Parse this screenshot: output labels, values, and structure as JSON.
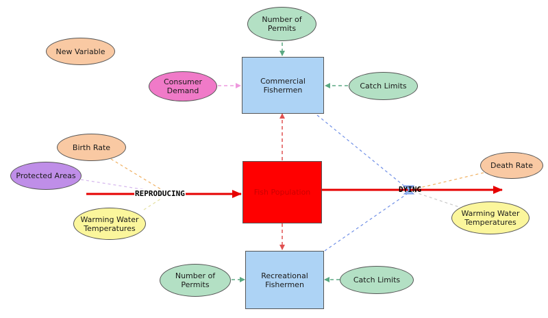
{
  "stocks": {
    "fish_population": "Fish Population",
    "commercial_fishermen": "Commercial\nFishermen",
    "recreational_fishermen": "Recreational\nFishermen"
  },
  "flows": {
    "reproducing": "REPRODUCING",
    "dying": "DYING"
  },
  "variables": {
    "new_variable": "New Variable",
    "permits_top": "Number of\nPermits",
    "consumer_demand": "Consumer\nDemand",
    "catch_limits_top": "Catch Limits",
    "birth_rate": "Birth Rate",
    "protected_areas": "Protected Areas",
    "warming_left": "Warming Water\nTemperatures",
    "death_rate": "Death Rate",
    "warming_right": "Warming Water\nTemperatures",
    "permits_bottom": "Number of\nPermits",
    "catch_limits_bottom": "Catch Limits"
  },
  "colors": {
    "flow": "#e60000",
    "stock_link": "#e05050",
    "link_green": "#5aa882",
    "link_pink": "#ee99dd",
    "link_orange": "#f0b060",
    "link_purple": "#d6b8ee",
    "link_yellow": "#e4e0a0",
    "link_blue": "#6f8fe6",
    "link_gray": "#c8c8c8"
  }
}
